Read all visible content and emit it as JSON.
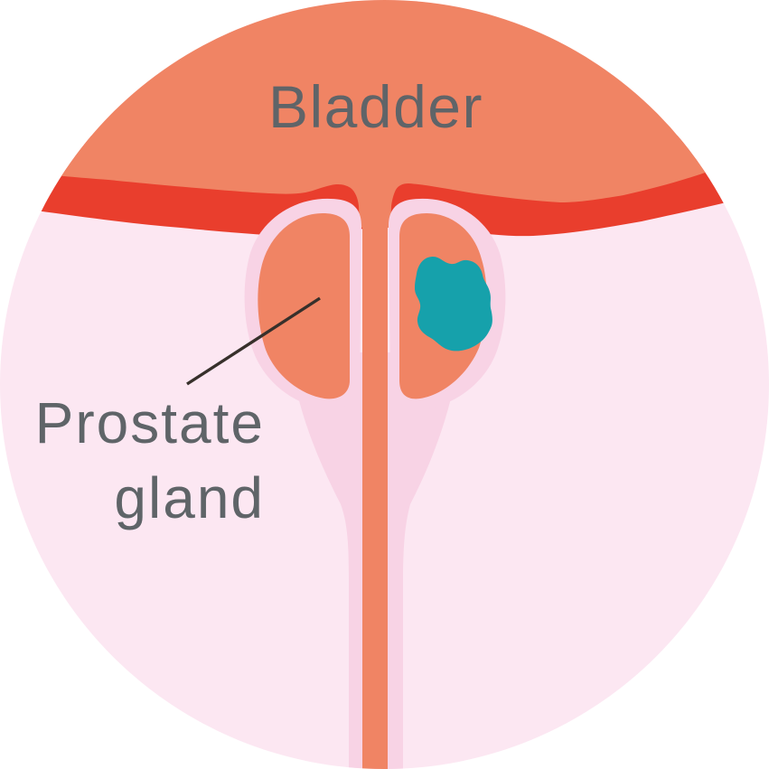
{
  "illustration": {
    "title_hint": "anatomical-diagram-prostate-tumor",
    "labels": {
      "bladder": "Bladder",
      "prostate_line1": "Prostate",
      "prostate_line2": "gland"
    },
    "colors": {
      "page_bg": "#ffffff",
      "circle_bg": "#fce7f2",
      "organ_salmon": "#f08464",
      "band_red": "#e93e2d",
      "capsule_pink": "#f8d3e5",
      "tumor_teal": "#16a1ab",
      "label_text": "#5f6468",
      "annotation_line": "#37302b"
    }
  }
}
